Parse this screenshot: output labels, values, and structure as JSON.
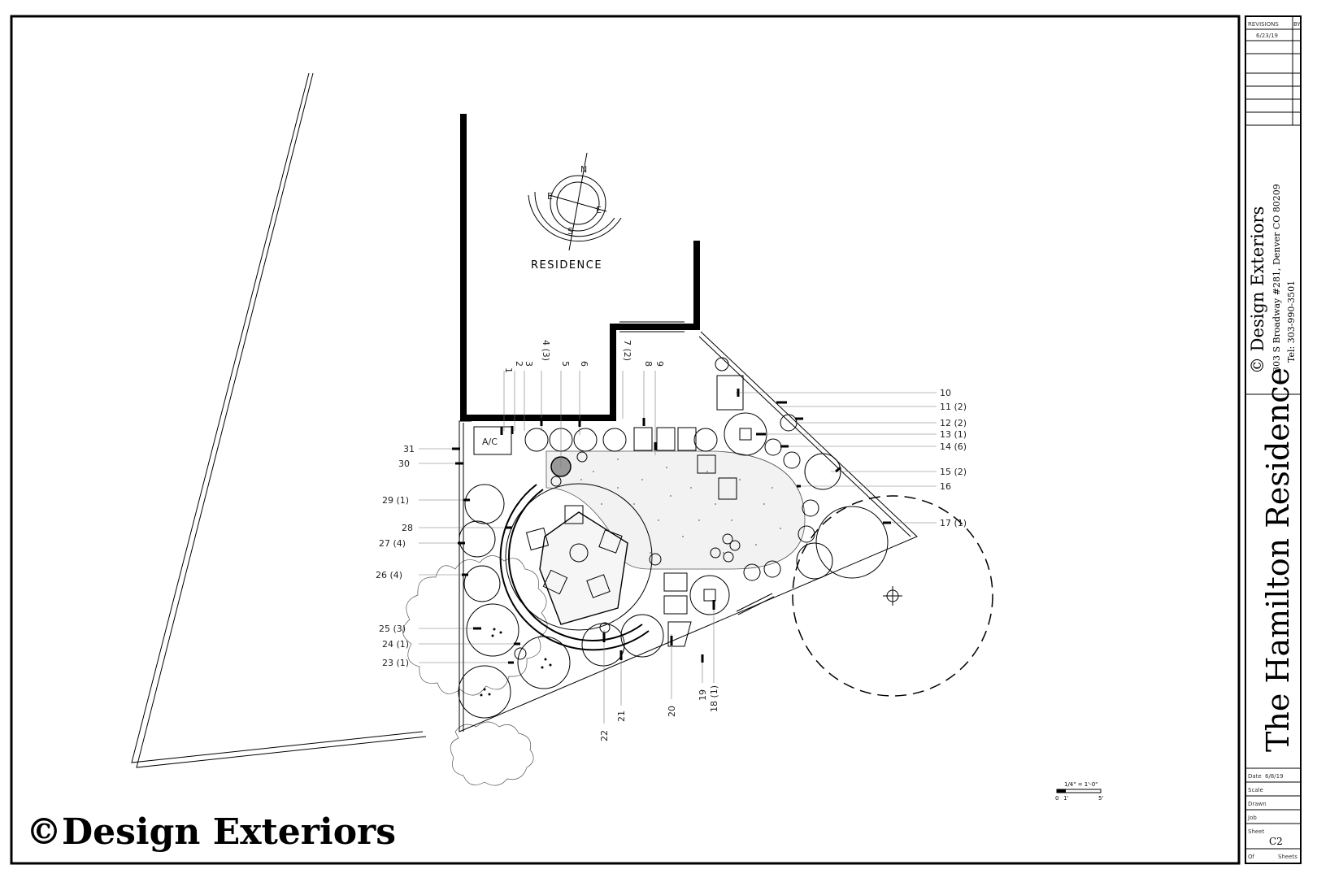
{
  "plan": {
    "residence_label": "RESIDENCE",
    "ac_label": "A/C",
    "compass": {
      "n": "N",
      "s": "S",
      "e": "E",
      "w": "E"
    },
    "callouts": {
      "c1": "1",
      "c2": "2",
      "c3": "3",
      "c4": "4 (3)",
      "c5": "5",
      "c6": "6",
      "c7": "7 (2)",
      "c8": "8",
      "c9": "9",
      "c10": "10",
      "c11": "11 (2)",
      "c12": "12 (2)",
      "c13": "13 (1)",
      "c14": "14 (6)",
      "c15": "15 (2)",
      "c16": "16",
      "c17": "17 (1)",
      "c18": "18 (1)",
      "c19": "19",
      "c20": "20",
      "c21": "21",
      "c22": "22",
      "c23": "23 (1)",
      "c24": "24 (1)",
      "c25": "25 (3)",
      "c26": "26 (4)",
      "c27": "27 (4)",
      "c28": "28",
      "c29": "29 (1)",
      "c30": "30",
      "c31": "31"
    },
    "scale_bar": {
      "title": "1/4\" = 1'-0\"",
      "t0": "0",
      "t1": "1'",
      "t5": "5'"
    }
  },
  "title_block": {
    "revisions_header": "REVISIONS",
    "by_header": "BY",
    "revision_1_date": "6/23/19",
    "company": "© Design Exteriors",
    "address": "303 S Broadway #281, Denver CO 80209",
    "phone": "Tel: 303-990-3501",
    "project_title": "The Hamilton Residence",
    "date_label": "Date",
    "date_value": "6/8/19",
    "scale_label": "Scale",
    "drawn_label": "Drawn",
    "job_label": "Job",
    "sheet_label": "Sheet",
    "sheet_value": "C2",
    "of_label": "Of",
    "sheets_label": "Sheets"
  },
  "watermark": "©Design Exteriors"
}
